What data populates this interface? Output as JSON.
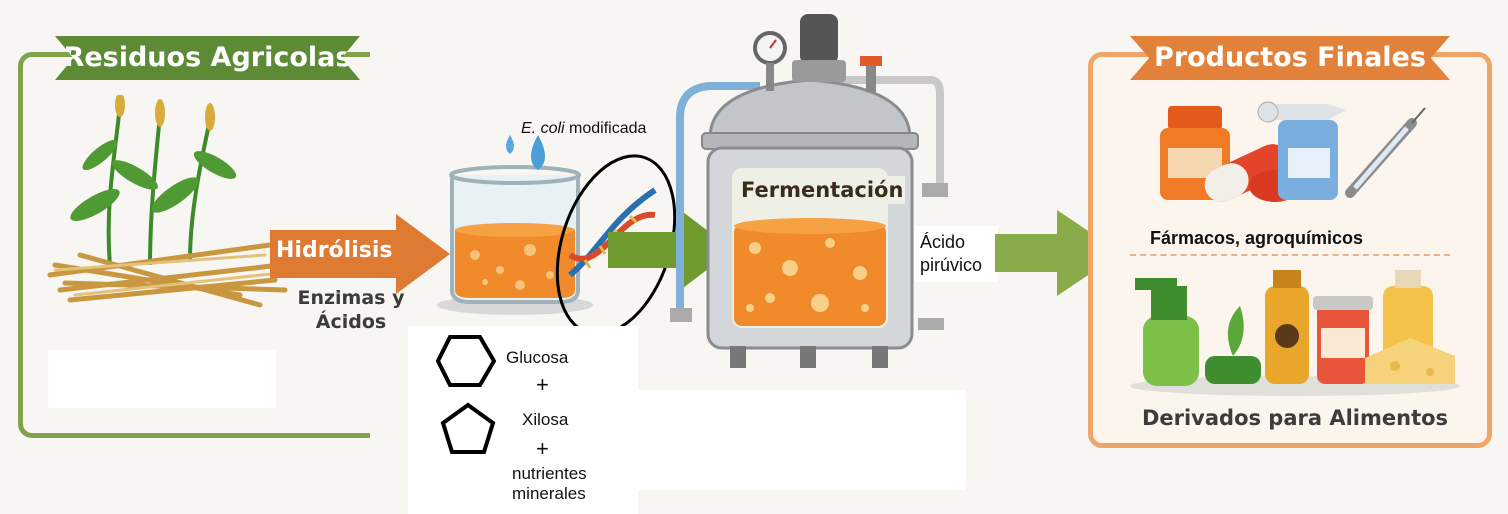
{
  "left_panel": {
    "title": "Residuos Agricolas"
  },
  "hydrolysis": {
    "label": "Hidrólisis",
    "reagents": "Enzimas y Ácidos"
  },
  "microbe": {
    "name_italic": "E. coli",
    "name_rest": " modificada"
  },
  "fermenter": {
    "label": "Fermentación"
  },
  "intermediate": {
    "line1": "Ácido",
    "line2": "pirúvico"
  },
  "substrates": {
    "sugar1": "Glucosa",
    "plus1": "+",
    "sugar2": "Xilosa",
    "plus2": "+",
    "nutrients_line1": "nutrientes",
    "nutrients_line2": "minerales"
  },
  "right_panel": {
    "title": "Productos Finales",
    "pharma_label": "Fármacos, agroquímicos",
    "food_label": "Derivados para Alimentos"
  },
  "colors": {
    "green_border": "#7fa24a",
    "green_banner": "#5d8a35",
    "orange_border": "#eea56a",
    "orange_banner": "#e2823a",
    "arrow_orange": "#df7a32",
    "arrow_green": "#6f9a2e",
    "big_arrow": "#8aab4a",
    "liquid": "#f08a2a"
  }
}
